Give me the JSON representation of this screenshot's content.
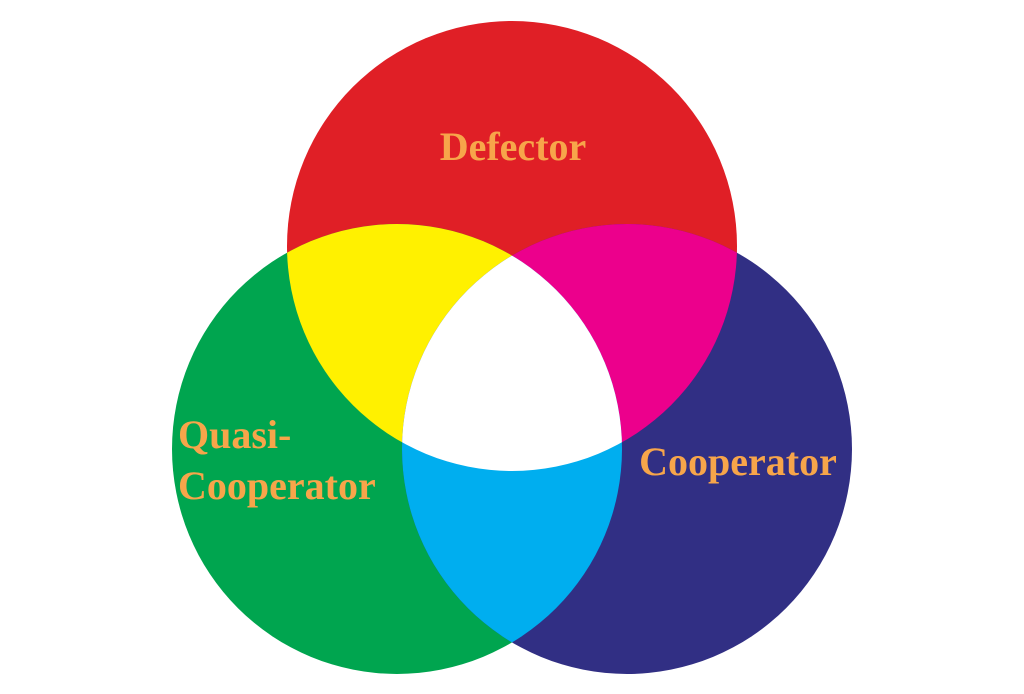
{
  "diagram": {
    "sets": [
      {
        "id": "defector",
        "label": "Defector",
        "color": "#E01F26"
      },
      {
        "id": "quasi",
        "label_lines": [
          "Quasi-",
          "Cooperator"
        ],
        "color": "#00A54F"
      },
      {
        "id": "cooperator",
        "label": "Cooperator",
        "color": "#312F84"
      }
    ],
    "overlaps": {
      "defector_quasi": "#FFF100",
      "defector_cooperator": "#EC008C",
      "quasi_cooperator": "#00AEEF",
      "all": "#FFFFFF"
    },
    "label_color": "#F7A54A"
  }
}
